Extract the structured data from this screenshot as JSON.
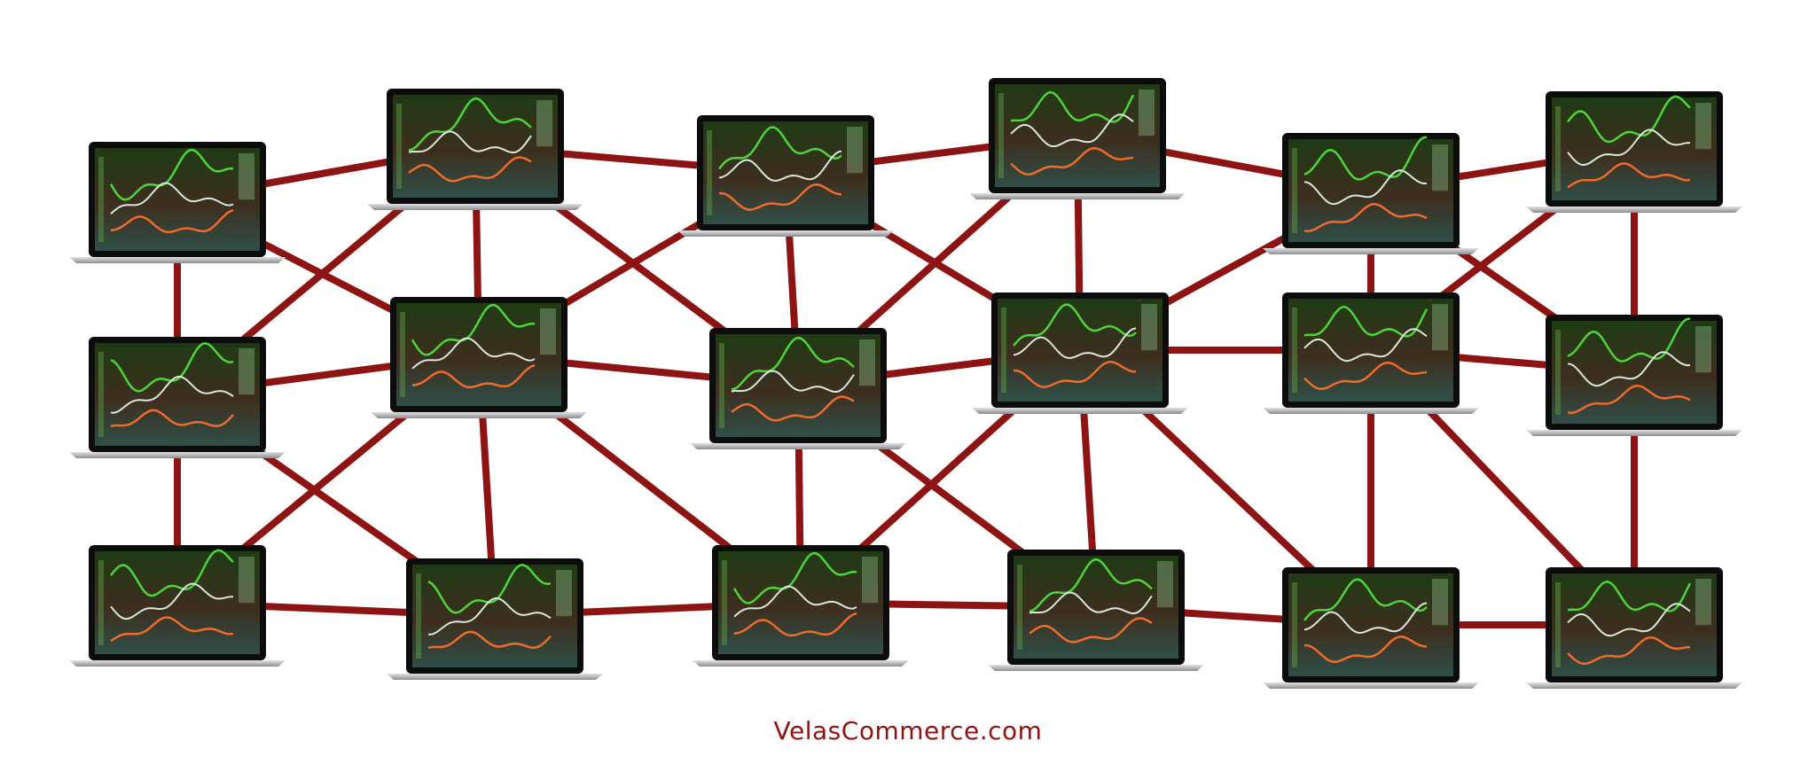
{
  "colors": {
    "link": "#8e1414",
    "laptop_bezel": "#0c0c0c",
    "laptop_base": "#c9c9cb",
    "screen_top": "#1f3b14",
    "screen_bottom": "#2f4f48",
    "series_green": "#4dd43a",
    "series_white": "#d8e8de",
    "series_orange": "#f06a2a"
  },
  "icons": {
    "node": "laptop-with-chart-icon"
  },
  "nodes": [
    {
      "id": "n1"
    },
    {
      "id": "n2"
    },
    {
      "id": "n3"
    },
    {
      "id": "n4"
    },
    {
      "id": "n5"
    },
    {
      "id": "n6"
    },
    {
      "id": "n7"
    },
    {
      "id": "n8"
    },
    {
      "id": "n9"
    },
    {
      "id": "n10"
    },
    {
      "id": "n11"
    },
    {
      "id": "n12"
    },
    {
      "id": "n13"
    },
    {
      "id": "n14"
    },
    {
      "id": "n15"
    },
    {
      "id": "n16"
    },
    {
      "id": "n17"
    },
    {
      "id": "n18"
    }
  ],
  "links": [
    [
      "n1",
      "n2"
    ],
    [
      "n1",
      "n8"
    ],
    [
      "n1",
      "n7"
    ],
    [
      "n7",
      "n2"
    ],
    [
      "n7",
      "n8"
    ],
    [
      "n7",
      "n13"
    ],
    [
      "n7",
      "n14"
    ],
    [
      "n13",
      "n8"
    ],
    [
      "n13",
      "n14"
    ],
    [
      "n2",
      "n8"
    ],
    [
      "n2",
      "n3"
    ],
    [
      "n2",
      "n9"
    ],
    [
      "n8",
      "n3"
    ],
    [
      "n8",
      "n9"
    ],
    [
      "n8",
      "n14"
    ],
    [
      "n8",
      "n15"
    ],
    [
      "n14",
      "n15"
    ],
    [
      "n3",
      "n9"
    ],
    [
      "n3",
      "n4"
    ],
    [
      "n3",
      "n10"
    ],
    [
      "n9",
      "n4"
    ],
    [
      "n9",
      "n10"
    ],
    [
      "n9",
      "n15"
    ],
    [
      "n9",
      "n16"
    ],
    [
      "n15",
      "n10"
    ],
    [
      "n15",
      "n16"
    ],
    [
      "n4",
      "n10"
    ],
    [
      "n4",
      "n5"
    ],
    [
      "n10",
      "n5"
    ],
    [
      "n10",
      "n11"
    ],
    [
      "n10",
      "n16"
    ],
    [
      "n10",
      "n17"
    ],
    [
      "n16",
      "n17"
    ],
    [
      "n5",
      "n11"
    ],
    [
      "n5",
      "n6"
    ],
    [
      "n11",
      "n6"
    ],
    [
      "n11",
      "n12"
    ],
    [
      "n11",
      "n17"
    ],
    [
      "n11",
      "n18"
    ],
    [
      "n17",
      "n18"
    ],
    [
      "n6",
      "n12"
    ],
    [
      "n6",
      "n5"
    ],
    [
      "n12",
      "n18"
    ],
    [
      "n6",
      "n12"
    ],
    [
      "n5",
      "n12"
    ]
  ],
  "footer": {
    "url": "VelasCommerce.com"
  }
}
